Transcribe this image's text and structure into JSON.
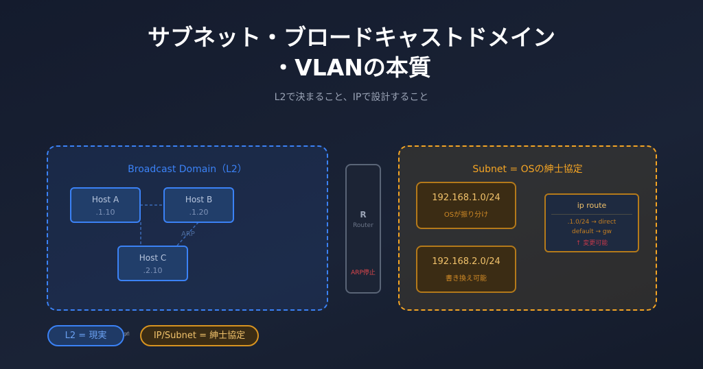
{
  "title_line1": "サブネット・ブロードキャストドメイン",
  "title_line2": "・VLANの本質",
  "subtitle": "L2で決まること、IPで設計すること",
  "broadcast": {
    "title": "Broadcast Domain（L2）",
    "hosts": [
      {
        "name": "Host A",
        "ip": ".1.10"
      },
      {
        "name": "Host B",
        "ip": ".1.20"
      },
      {
        "name": "Host C",
        "ip": ".2.10"
      }
    ],
    "arp_label": "ARP"
  },
  "router": {
    "letter": "R",
    "label": "Router",
    "status": "ARP停止"
  },
  "subnet": {
    "title": "Subnet = OSの紳士協定",
    "nets": [
      {
        "cidr": "192.168.1.0/24",
        "note": "OSが振り分け"
      },
      {
        "cidr": "192.168.2.0/24",
        "note": "書き換え可能"
      }
    ],
    "route": {
      "title": "ip route",
      "lines": [
        ".1.0/24 → direct",
        "default → gw"
      ],
      "note": "↑ 変更可能"
    }
  },
  "legend": {
    "l2": "L2 = 現実",
    "neq": "≠",
    "ip": "IP/Subnet = 紳士協定"
  },
  "colors": {
    "blue": "#3b82f6",
    "orange": "#f5a524",
    "red": "#e0474c"
  }
}
